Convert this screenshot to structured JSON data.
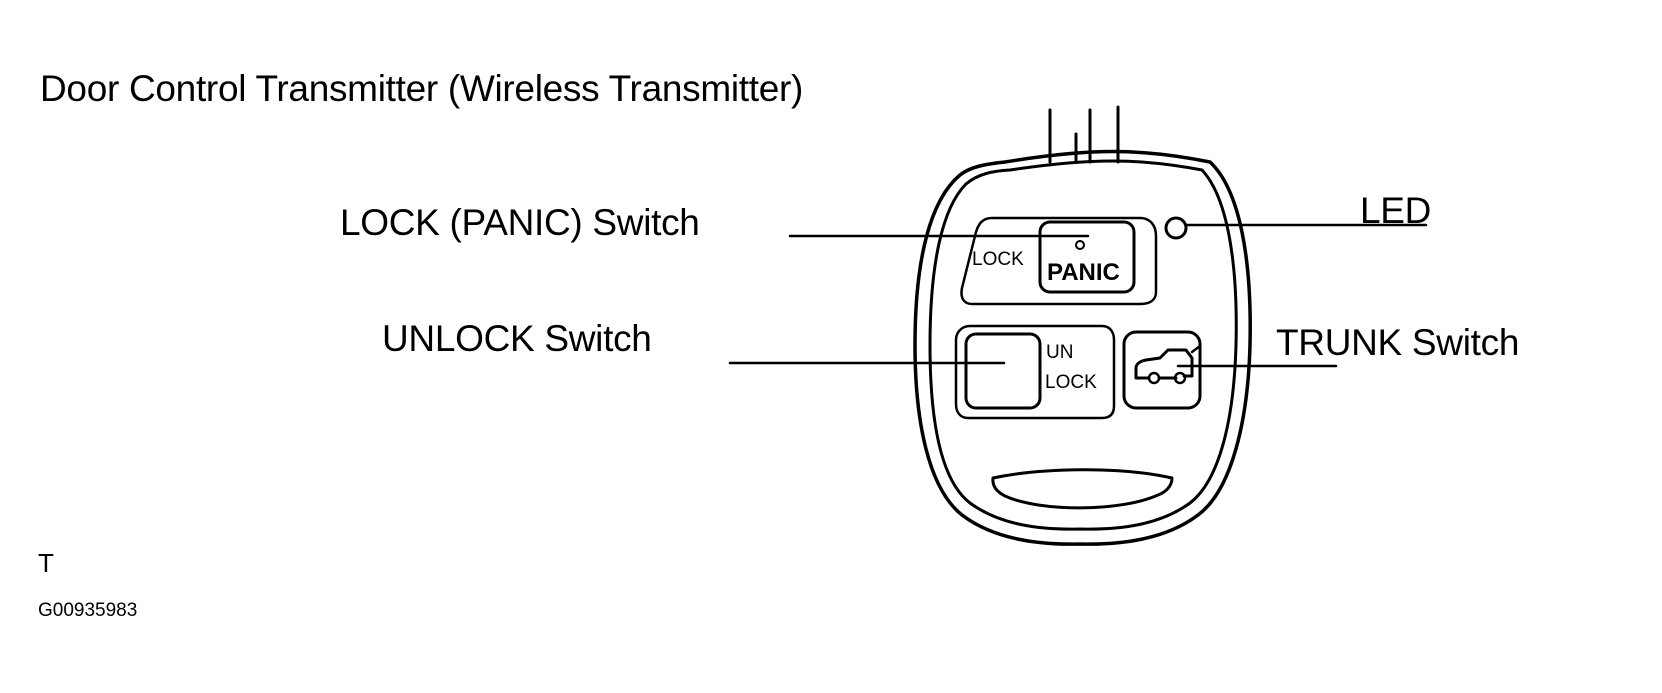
{
  "title": "Door Control Transmitter (Wireless Transmitter)",
  "callouts": {
    "lock_panic": "LOCK (PANIC) Switch",
    "unlock": "UNLOCK Switch",
    "led": "LED",
    "trunk": "TRUNK Switch"
  },
  "buttons": {
    "lock": "LOCK",
    "panic": "PANIC",
    "un": "UN",
    "lock2": "LOCK"
  },
  "footer": {
    "letter": "T",
    "figure_id": "G00935983"
  }
}
